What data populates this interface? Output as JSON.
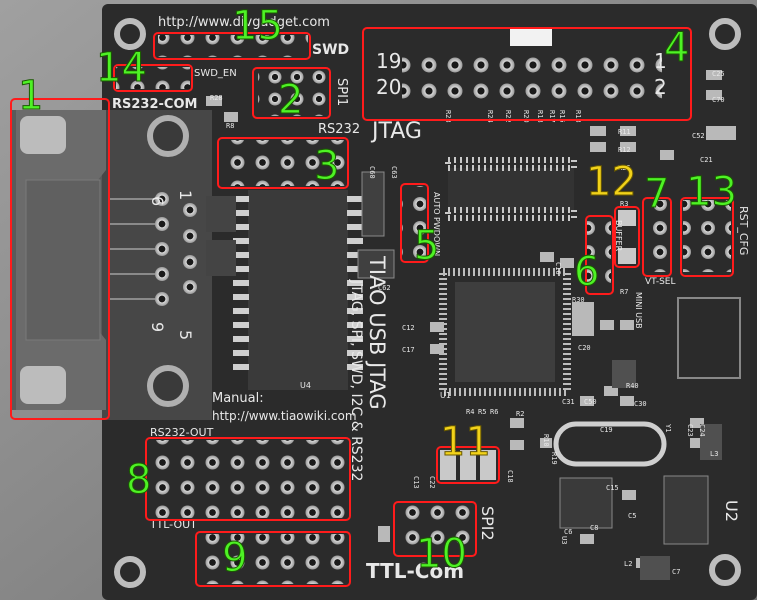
{
  "board": {
    "url_top": "http://www.divgadget.com",
    "swd_label": "SWD",
    "swd_en_label": "SWD_EN",
    "spi1_label": "SPI1",
    "rs232_com_label": "RS232-COM",
    "rs232_label": "RS232",
    "jtag_label": "JTAG",
    "jtag_pin_19": "19",
    "jtag_pin_20": "20",
    "jtag_pin_1": "1",
    "jtag_pin_2": "2",
    "auto_pwdown_label": "AUTO PWDOWN",
    "buffer_label": "BUFFER",
    "vt_sel_label": "VT-SEL",
    "rst_cfg_label": "RST_CFG",
    "mini_usb_label": "MINI USB",
    "db9_pin_1": "1",
    "db9_pin_6": "6",
    "db9_pin_9": "9",
    "db9_pin_5": "5",
    "manual_label": "Manual:",
    "manual_url": "http://www.tiaowiki.com",
    "product_name": "TIAO USB JTAG",
    "product_features": "JTAG, SPI, SWD, I2C & RS232",
    "rs232_out_label": "RS232-OUT",
    "ttl_out_label": "TTL-OUT",
    "ttl_com_label": "TTL-Com",
    "spi2_label": "SPI2",
    "u2_label": "U2",
    "u1_label": "U1",
    "u4_label": "U4",
    "component_refs": [
      "R28",
      "R8",
      "C60",
      "C63",
      "C62",
      "C12",
      "C17",
      "C16",
      "R23",
      "R24",
      "R22",
      "R20",
      "R18",
      "R17",
      "R15",
      "R13",
      "R11",
      "R12",
      "R25",
      "R30",
      "C25",
      "C70",
      "C52",
      "C21",
      "C20",
      "R40",
      "R4",
      "R5",
      "R6",
      "R2",
      "R10",
      "R19",
      "C13",
      "C22",
      "C18",
      "C31",
      "C50",
      "C19",
      "C30",
      "C23",
      "C24",
      "C15",
      "C8",
      "C6",
      "C5",
      "C7",
      "L3",
      "L2",
      "R3",
      "R7",
      "Y1",
      "U3"
    ]
  },
  "annotations": [
    {
      "id": "1",
      "color": "green"
    },
    {
      "id": "2",
      "color": "green"
    },
    {
      "id": "3",
      "color": "green"
    },
    {
      "id": "4",
      "color": "green"
    },
    {
      "id": "5",
      "color": "green"
    },
    {
      "id": "6",
      "color": "green"
    },
    {
      "id": "7",
      "color": "green"
    },
    {
      "id": "8",
      "color": "green"
    },
    {
      "id": "9",
      "color": "green"
    },
    {
      "id": "10",
      "color": "green"
    },
    {
      "id": "11",
      "color": "yellow"
    },
    {
      "id": "12",
      "color": "yellow"
    },
    {
      "id": "13",
      "color": "green"
    },
    {
      "id": "14",
      "color": "green"
    },
    {
      "id": "15",
      "color": "green"
    }
  ],
  "colors": {
    "pcb": "#2b2b2b",
    "silkscreen": "#e8e8e8",
    "highlight_box": "#ff1b1b",
    "label_green": "#4ef225",
    "label_yellow": "#f2d21a",
    "pad": "#c9c9c9"
  }
}
